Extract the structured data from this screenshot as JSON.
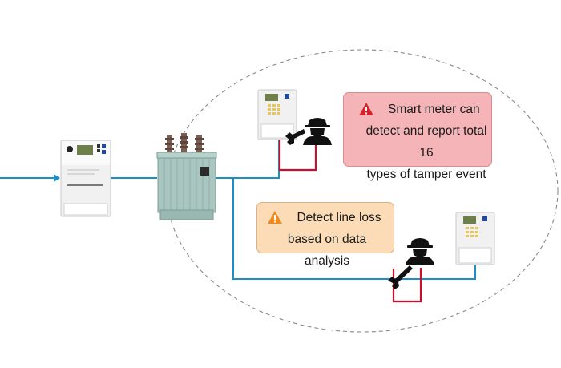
{
  "callouts": {
    "tamper": {
      "line1": "Smart meter can",
      "line2": "detect and report total 16",
      "line3": "types of tamper event",
      "icon": "warning-triangle-icon",
      "color": "#f4b4b8",
      "icon_color": "#d6222c"
    },
    "line_loss": {
      "line1": "Detect line loss",
      "line2": "based on data analysis",
      "icon": "warning-triangle-icon",
      "color": "#fbdcb6",
      "icon_color": "#f08a1c"
    }
  },
  "colors": {
    "power_line": "#1b8fc8",
    "tamper_wire": "#c8102e",
    "region_border": "#888888",
    "meter_body": "#f0f0f0",
    "transformer": "#a9c6c0"
  },
  "nodes": [
    {
      "name": "main-meter",
      "icon": "smart-meter-icon"
    },
    {
      "name": "transformer",
      "icon": "distribution-transformer-icon"
    },
    {
      "name": "customer-meter-1",
      "icon": "smart-meter-icon"
    },
    {
      "name": "customer-meter-2",
      "icon": "smart-meter-icon"
    },
    {
      "name": "tamperer-1",
      "icon": "hacker-with-wrench-icon"
    },
    {
      "name": "tamperer-2",
      "icon": "hacker-with-wrench-icon"
    }
  ]
}
